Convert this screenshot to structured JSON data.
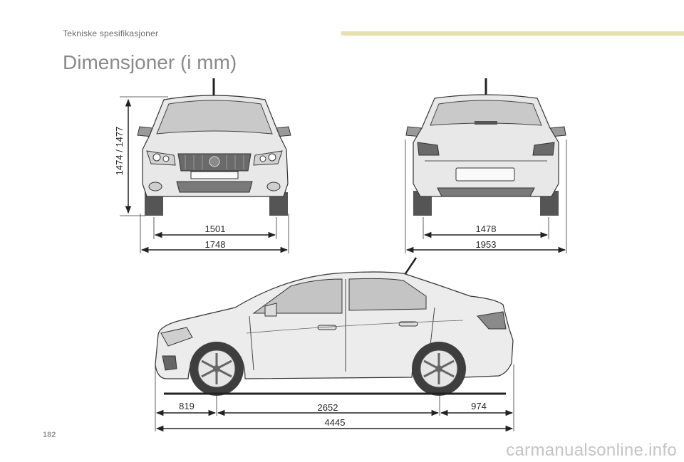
{
  "header": {
    "section_title": "Tekniske spesifikasjoner"
  },
  "page": {
    "heading": "Dimensjoner (i mm)",
    "number": "182"
  },
  "dimensions": {
    "front_height": "1474 / 1477",
    "front_track": "1501",
    "front_width": "1748",
    "rear_track": "1478",
    "rear_width": "1953",
    "front_overhang": "819",
    "wheelbase": "2652",
    "rear_overhang": "974",
    "overall_length": "4445"
  },
  "watermark": "carmanualsonline.info"
}
